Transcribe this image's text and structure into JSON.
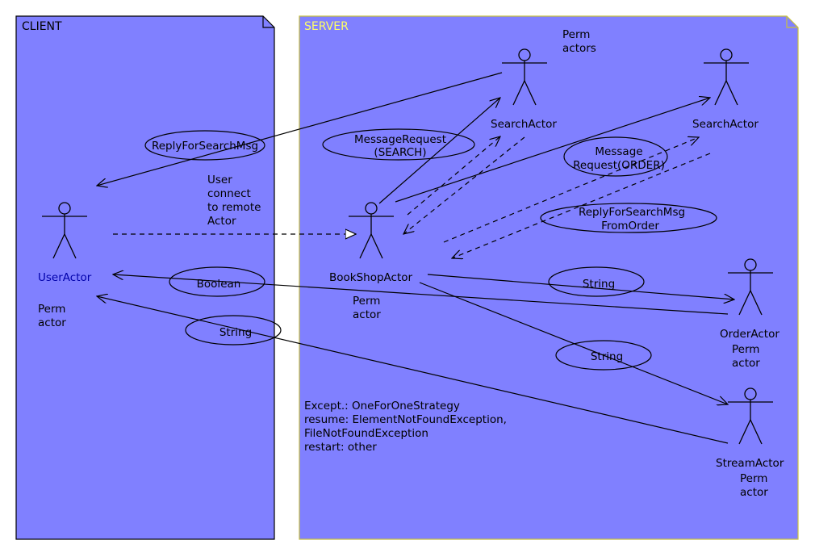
{
  "packages": {
    "client": {
      "title": "CLIENT",
      "title_color": "#000000"
    },
    "server": {
      "title": "SERVER",
      "title_color": "#ffff66"
    }
  },
  "colors": {
    "package_fill": "#8080ff",
    "server_border": "#c8c040",
    "client_border": "#000000",
    "useractor_label": "#0000aa"
  },
  "actors": {
    "user": {
      "name": "UserActor",
      "note": [
        "Perm",
        "actor"
      ]
    },
    "bookshop": {
      "name": "BookShopActor",
      "note": [
        "Perm",
        "actor"
      ]
    },
    "search1": {
      "name": "SearchActor"
    },
    "search2": {
      "name": "SearchActor"
    },
    "search_note": [
      "Perm",
      "actors"
    ],
    "order": {
      "name": "OrderActor",
      "note": [
        "Perm",
        "actor"
      ]
    },
    "stream": {
      "name": "StreamActor",
      "note": [
        "Perm",
        "actor"
      ]
    }
  },
  "messages": {
    "reply_search": "ReplyForSearchMsg",
    "connect": [
      "User",
      "connect",
      "to remote",
      "Actor"
    ],
    "msg_search": [
      "MessageRequest",
      "(SEARCH)"
    ],
    "msg_order": [
      "Message",
      "Request(ORDER)"
    ],
    "reply_order": [
      "ReplyForSearchMsg",
      "FromOrder"
    ],
    "boolean": "Boolean",
    "string_client": "String",
    "string_order": "String",
    "string_stream": "String"
  },
  "supervision_note": [
    "Except.: OneForOneStrategy",
    "resume: ElementNotFoundException,",
    "FileNotFoundException",
    "restart: other"
  ]
}
